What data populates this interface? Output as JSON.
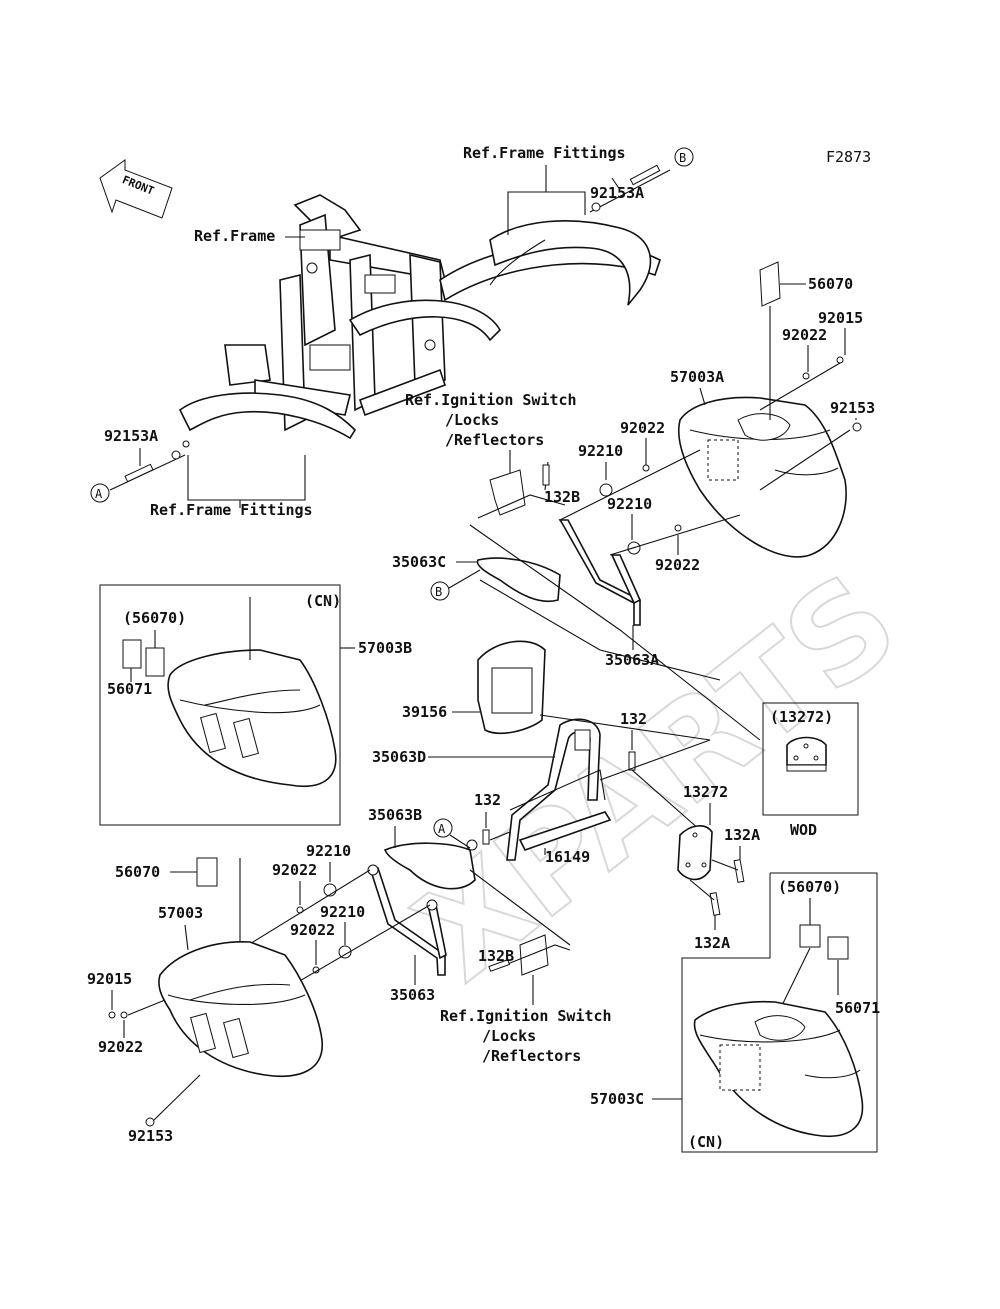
{
  "figure_code": "F2873",
  "front_arrow": "FRONT",
  "watermark": "XPARTS",
  "labels": {
    "ref_frame_fittings_top": "Ref.Frame Fittings",
    "ref_frame": "Ref.Frame",
    "ref_frame_fittings_bottom": "Ref.Frame Fittings",
    "ref_ignition_1": "Ref.Ignition Switch",
    "locks_1": "/Locks",
    "reflectors_1": "/Reflectors",
    "ref_ignition_2": "Ref.Ignition Switch",
    "locks_2": "/Locks",
    "reflectors_2": "/Reflectors",
    "cn_top": "(CN)",
    "cn_bottom": "(CN)",
    "wod": "WOD"
  },
  "callouts": {
    "circle_a_left": "A",
    "circle_b_top": "B",
    "circle_b_mid": "B",
    "circle_a_mid": "A"
  },
  "parts": {
    "p92153A_top": "92153A",
    "p92153A_left": "92153A",
    "p56070_top": "56070",
    "p92015_top": "92015",
    "p92022_a": "92022",
    "p57003A": "57003A",
    "p92153_right": "92153",
    "p92022_b": "92022",
    "p92210_a": "92210",
    "p132B_top": "132B",
    "p92210_b": "92210",
    "p92022_c": "92022",
    "p35063C": "35063C",
    "p35063A": "35063A",
    "p56070_paren_cn": "(56070)",
    "p57003B": "57003B",
    "p56071_left": "56071",
    "p39156": "39156",
    "p132_a": "132",
    "p35063D": "35063D",
    "p13272_paren": "(13272)",
    "p13272": "13272",
    "p132A_a": "132A",
    "p132_b": "132",
    "p35063B": "35063B",
    "p92210_c": "92210",
    "p92022_d": "92022",
    "p56070_bottom": "56070",
    "p92210_d": "92210",
    "p92022_e": "92022",
    "p57003": "57003",
    "p16149": "16149",
    "p132A_b": "132A",
    "p56070_paren_bottom": "(56070)",
    "p92015_bottom": "92015",
    "p35063": "35063",
    "p132B_bottom": "132B",
    "p56071_right": "56071",
    "p92022_f": "92022",
    "p92153_bottom": "92153",
    "p57003C": "57003C"
  }
}
